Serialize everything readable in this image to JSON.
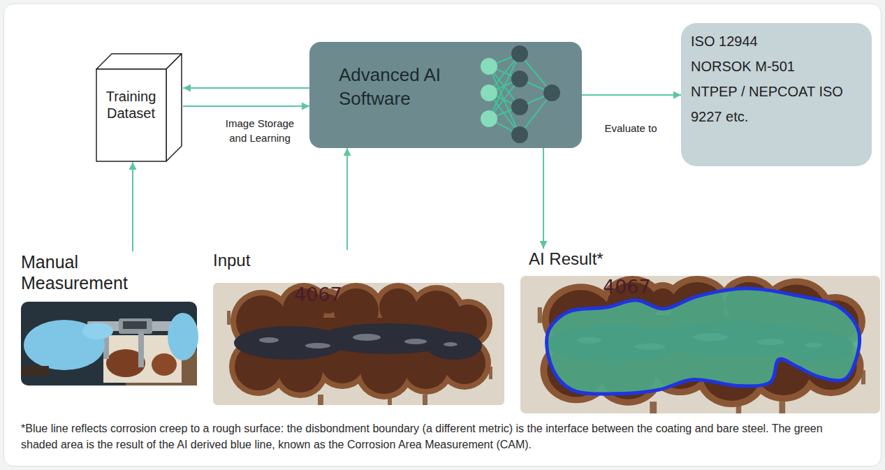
{
  "diagram": {
    "nodes": [
      {
        "text": [
          "Training Dataset"
        ]
      },
      {
        "text": [
          "Advanced AI Software"
        ]
      },
      {
        "text": [
          "ISO 12944",
          "NORSOK M-501",
          "NTPEP / NEPCOAT ISO 9227 etc."
        ]
      },
      {
        "text": [
          "Manual Measurement"
        ]
      },
      {
        "text": [
          "Input",
          "4067"
        ]
      },
      {
        "text": [
          "AI Result*",
          "4067"
        ]
      }
    ],
    "edges": [
      {
        "from": 3,
        "to": 0,
        "arrow": "to"
      },
      {
        "from": 1,
        "to": 0,
        "arrow": "to"
      },
      {
        "from": 0,
        "to": 1,
        "arrow": "to",
        "label": "Image Storage and Learning"
      },
      {
        "from": 4,
        "to": 1,
        "arrow": "to"
      },
      {
        "from": 1,
        "to": 5,
        "arrow": "to"
      },
      {
        "from": 1,
        "to": 2,
        "arrow": "to",
        "label": "Evaluate to"
      }
    ],
    "labels": [
      "*Blue line reflects corrosion creep to a rough surface: the disbondment boundary (a different metric) is the interface between the coating and bare steel. The green shaded area is the result of the AI derived blue line, known as the Corrosion Area Measurement (CAM)."
    ]
  }
}
